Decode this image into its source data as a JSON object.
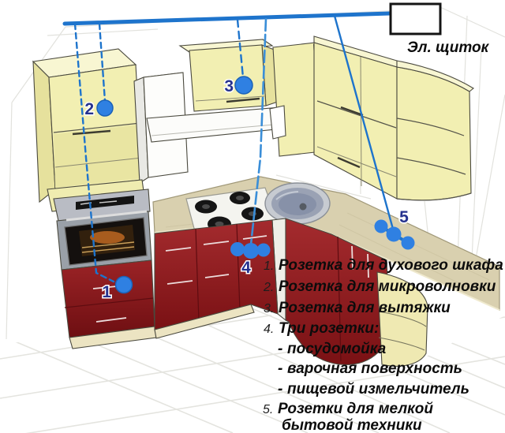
{
  "panel": {
    "label": "Эл. щиток"
  },
  "markers": [
    {
      "label": "1"
    },
    {
      "label": "2"
    },
    {
      "label": "3"
    },
    {
      "label": "4"
    },
    {
      "label": "5"
    }
  ],
  "legend": {
    "items": [
      {
        "num": "1.",
        "text": "Розетка для духового шкафа"
      },
      {
        "num": "2.",
        "text": "Розетка для микроволновки"
      },
      {
        "num": "3.",
        "text": "Розетка для вытяжки"
      },
      {
        "num": "4.",
        "text": "Три розетки:"
      },
      {
        "num": "-",
        "text": "посудомойка"
      },
      {
        "num": "-",
        "text": "варочная поверхность"
      },
      {
        "num": "-",
        "text": "пищевой измельчитель"
      },
      {
        "num": "5.",
        "text": "Розетки для мелкой"
      },
      {
        "num": "",
        "text": "бытовой техники"
      }
    ]
  },
  "colors": {
    "wire_blue": "#1e74cc",
    "wire_blue_light": "#3a8ed8",
    "outlet_blue": "#2f80e2",
    "outlet_border": "#1b62b8",
    "marker_number": "#26328e",
    "cabinet_yellow": "#f2efb2",
    "cabinet_red": "#8e1a1d",
    "countertop_beige": "#d9d0af",
    "panel_border": "#141414"
  }
}
